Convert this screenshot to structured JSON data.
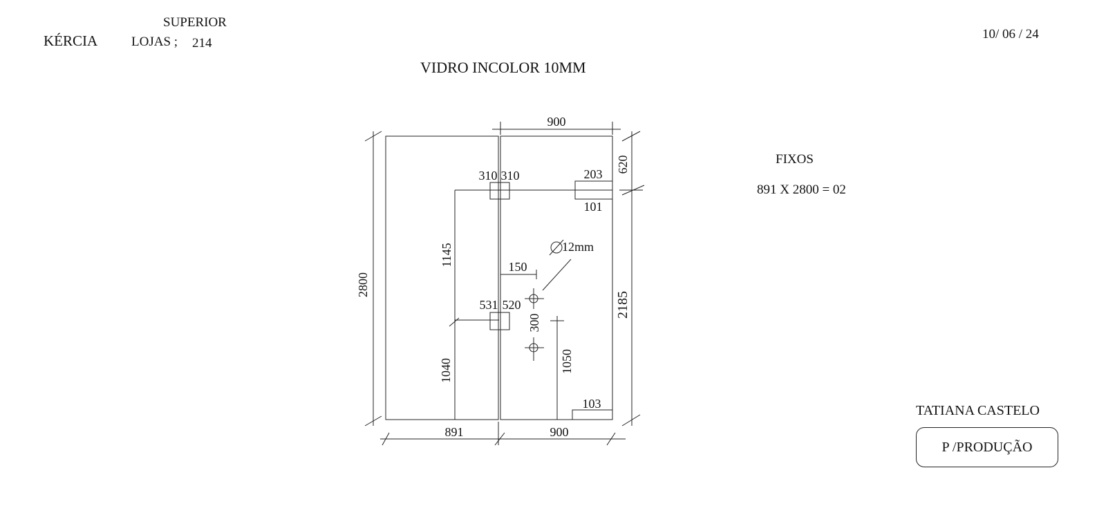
{
  "header": {
    "client": "KÉRCIA",
    "section": "SUPERIOR",
    "lojas_label": "LOJAS ;",
    "lojas_number": "214",
    "date": "10/ 06 / 24"
  },
  "title": "VIDRO INCOLOR 10MM",
  "summary": {
    "heading": "FIXOS",
    "dimensions": "891 X 2800 = 02"
  },
  "footer": {
    "responsible": "TATIANA CASTELO",
    "stamp": "P /PRODUÇÃO"
  },
  "diagram": {
    "dim_top_width": "900",
    "dim_bottom_left": "891",
    "dim_bottom_right": "900",
    "dim_total_height": "2800",
    "dim_top_right": "620",
    "dim_right_long": "2185",
    "cut_upper_left": "310",
    "cut_upper_right": "310",
    "notch_top": "203",
    "notch_bottom": "101",
    "dim_upper_vertical": "1145",
    "hole_diameter": "12mm",
    "hole_offset": "150",
    "cut_lower_left": "531",
    "cut_lower_right": "520",
    "hole_spacing": "300",
    "dim_lower_left": "1040",
    "dim_lower_right": "1050",
    "notch_corner": "103"
  }
}
